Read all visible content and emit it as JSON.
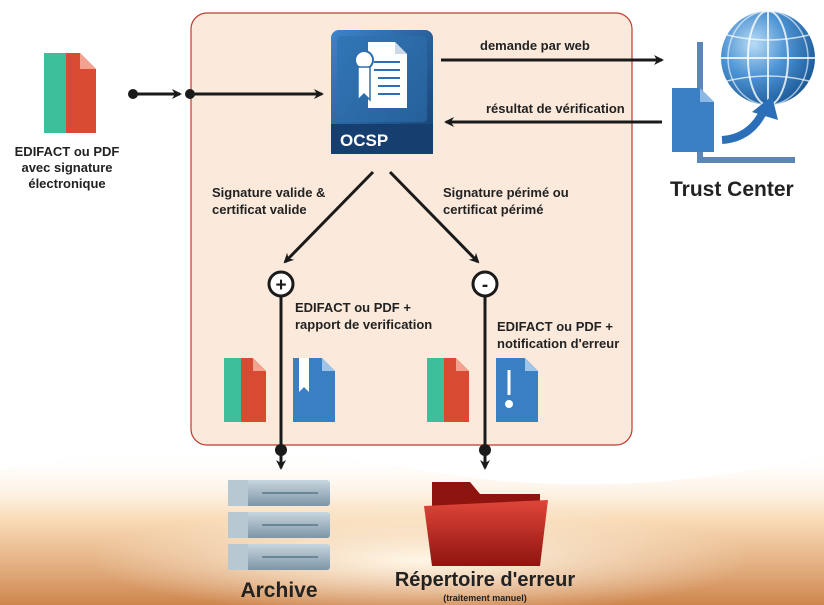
{
  "source_doc": {
    "label": [
      "EDIFACT ou PDF",
      "avec signature",
      "électronique"
    ]
  },
  "ocsp": {
    "label": "OCSP"
  },
  "arrows": {
    "request": "demande par web",
    "result": "résultat de vérification"
  },
  "trust_center": {
    "label": "Trust Center"
  },
  "branch_valid": {
    "condition": [
      "Signature valide &",
      "certificat valide"
    ],
    "symbol": "+",
    "output": [
      "EDIFACT ou PDF +",
      "rapport de verification"
    ]
  },
  "branch_invalid": {
    "condition": [
      "Signature périmé ou",
      "certificat périmé"
    ],
    "symbol": "-",
    "output": [
      "EDIFACT ou PDF +",
      "notification d'erreur"
    ]
  },
  "archive": {
    "label": "Archive"
  },
  "error_folder": {
    "label": "Répertoire d'erreur",
    "sublabel": "(traitement manuel)"
  },
  "colors": {
    "panel_fill": "#fbeadc",
    "panel_border": "#c0392b",
    "doc_red": "#d84a32",
    "doc_green": "#3cbf9a",
    "doc_blue": "#3a7fc4",
    "ocsp_blue": "#1d4f86",
    "globe_blue": "#2b6fb8",
    "archive_grey": "#9fb4c2",
    "folder_red": "#c0241b"
  }
}
